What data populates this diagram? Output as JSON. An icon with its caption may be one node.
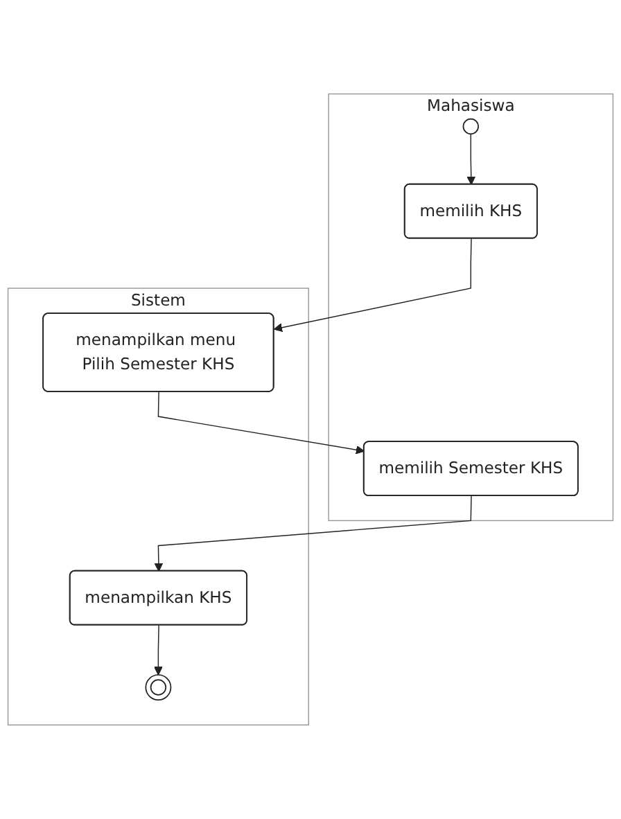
{
  "diagram": {
    "nodes": [
      {
        "text": [
          "Mahasiswa"
        ]
      },
      {
        "text": [
          "Sistem"
        ]
      },
      {
        "text": [],
        "shape": "circle",
        "in": 0
      },
      {
        "text": [
          "memilih KHS"
        ],
        "in": 0
      },
      {
        "text": [
          "menampilkan menu Pilih Semester KHS"
        ],
        "in": 1
      },
      {
        "text": [
          "memilih Semester KHS"
        ],
        "in": 0
      },
      {
        "text": [
          "menampilkan KHS"
        ],
        "in": 1
      },
      {
        "text": [],
        "shape": "bullseye",
        "in": 1
      }
    ],
    "edges": [
      {
        "from": 2,
        "to": 3,
        "arrow": "to"
      },
      {
        "from": 3,
        "to": 4,
        "arrow": "to"
      },
      {
        "from": 4,
        "to": 5,
        "arrow": "to"
      },
      {
        "from": 5,
        "to": 6,
        "arrow": "to"
      },
      {
        "from": 6,
        "to": 7,
        "arrow": "to"
      }
    ]
  }
}
